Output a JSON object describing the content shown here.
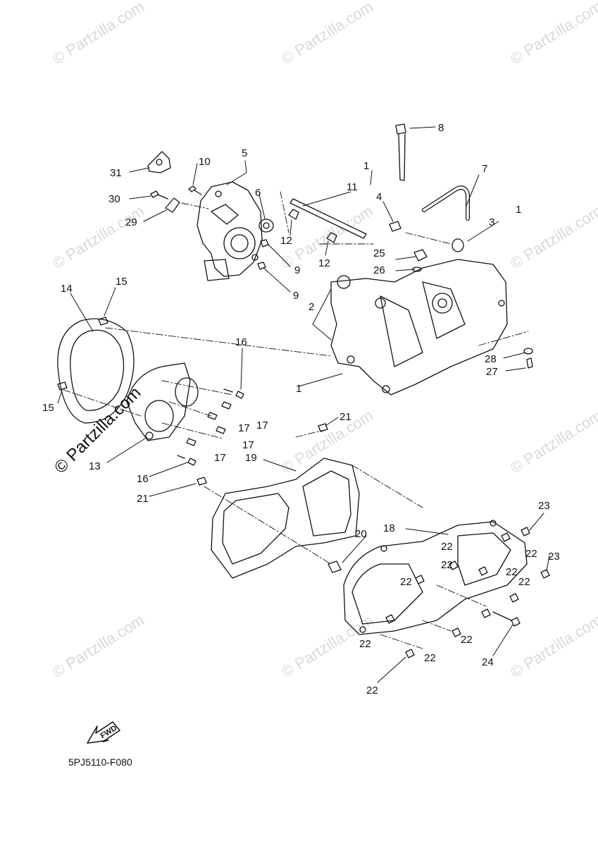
{
  "watermark": {
    "text": "© Partzilla.com"
  },
  "figure_code": "5PJ5110-F080",
  "fwd_label": "FWD",
  "callouts": {
    "c1a": "1",
    "c1b": "1",
    "c1c": "1",
    "c2": "2",
    "c3": "3",
    "c4": "4",
    "c5": "5",
    "c6": "6",
    "c7": "7",
    "c8": "8",
    "c9a": "9",
    "c9b": "9",
    "c10": "10",
    "c11": "11",
    "c12a": "12",
    "c12b": "12",
    "c13": "13",
    "c14": "14",
    "c15a": "15",
    "c15b": "15",
    "c16a": "16",
    "c16b": "16",
    "c17a": "17",
    "c17b": "17",
    "c17c": "17",
    "c17d": "17",
    "c18": "18",
    "c19": "19",
    "c20": "20",
    "c21a": "21",
    "c21b": "21",
    "c22a": "22",
    "c22b": "22",
    "c22c": "22",
    "c22d": "22",
    "c22e": "22",
    "c22f": "22",
    "c22g": "22",
    "c22h": "22",
    "c22i": "22",
    "c22j": "22",
    "c23a": "23",
    "c23b": "23",
    "c24": "24",
    "c25": "25",
    "c26": "26",
    "c27": "27",
    "c28": "28",
    "c29": "29",
    "c30": "30",
    "c31": "31"
  }
}
